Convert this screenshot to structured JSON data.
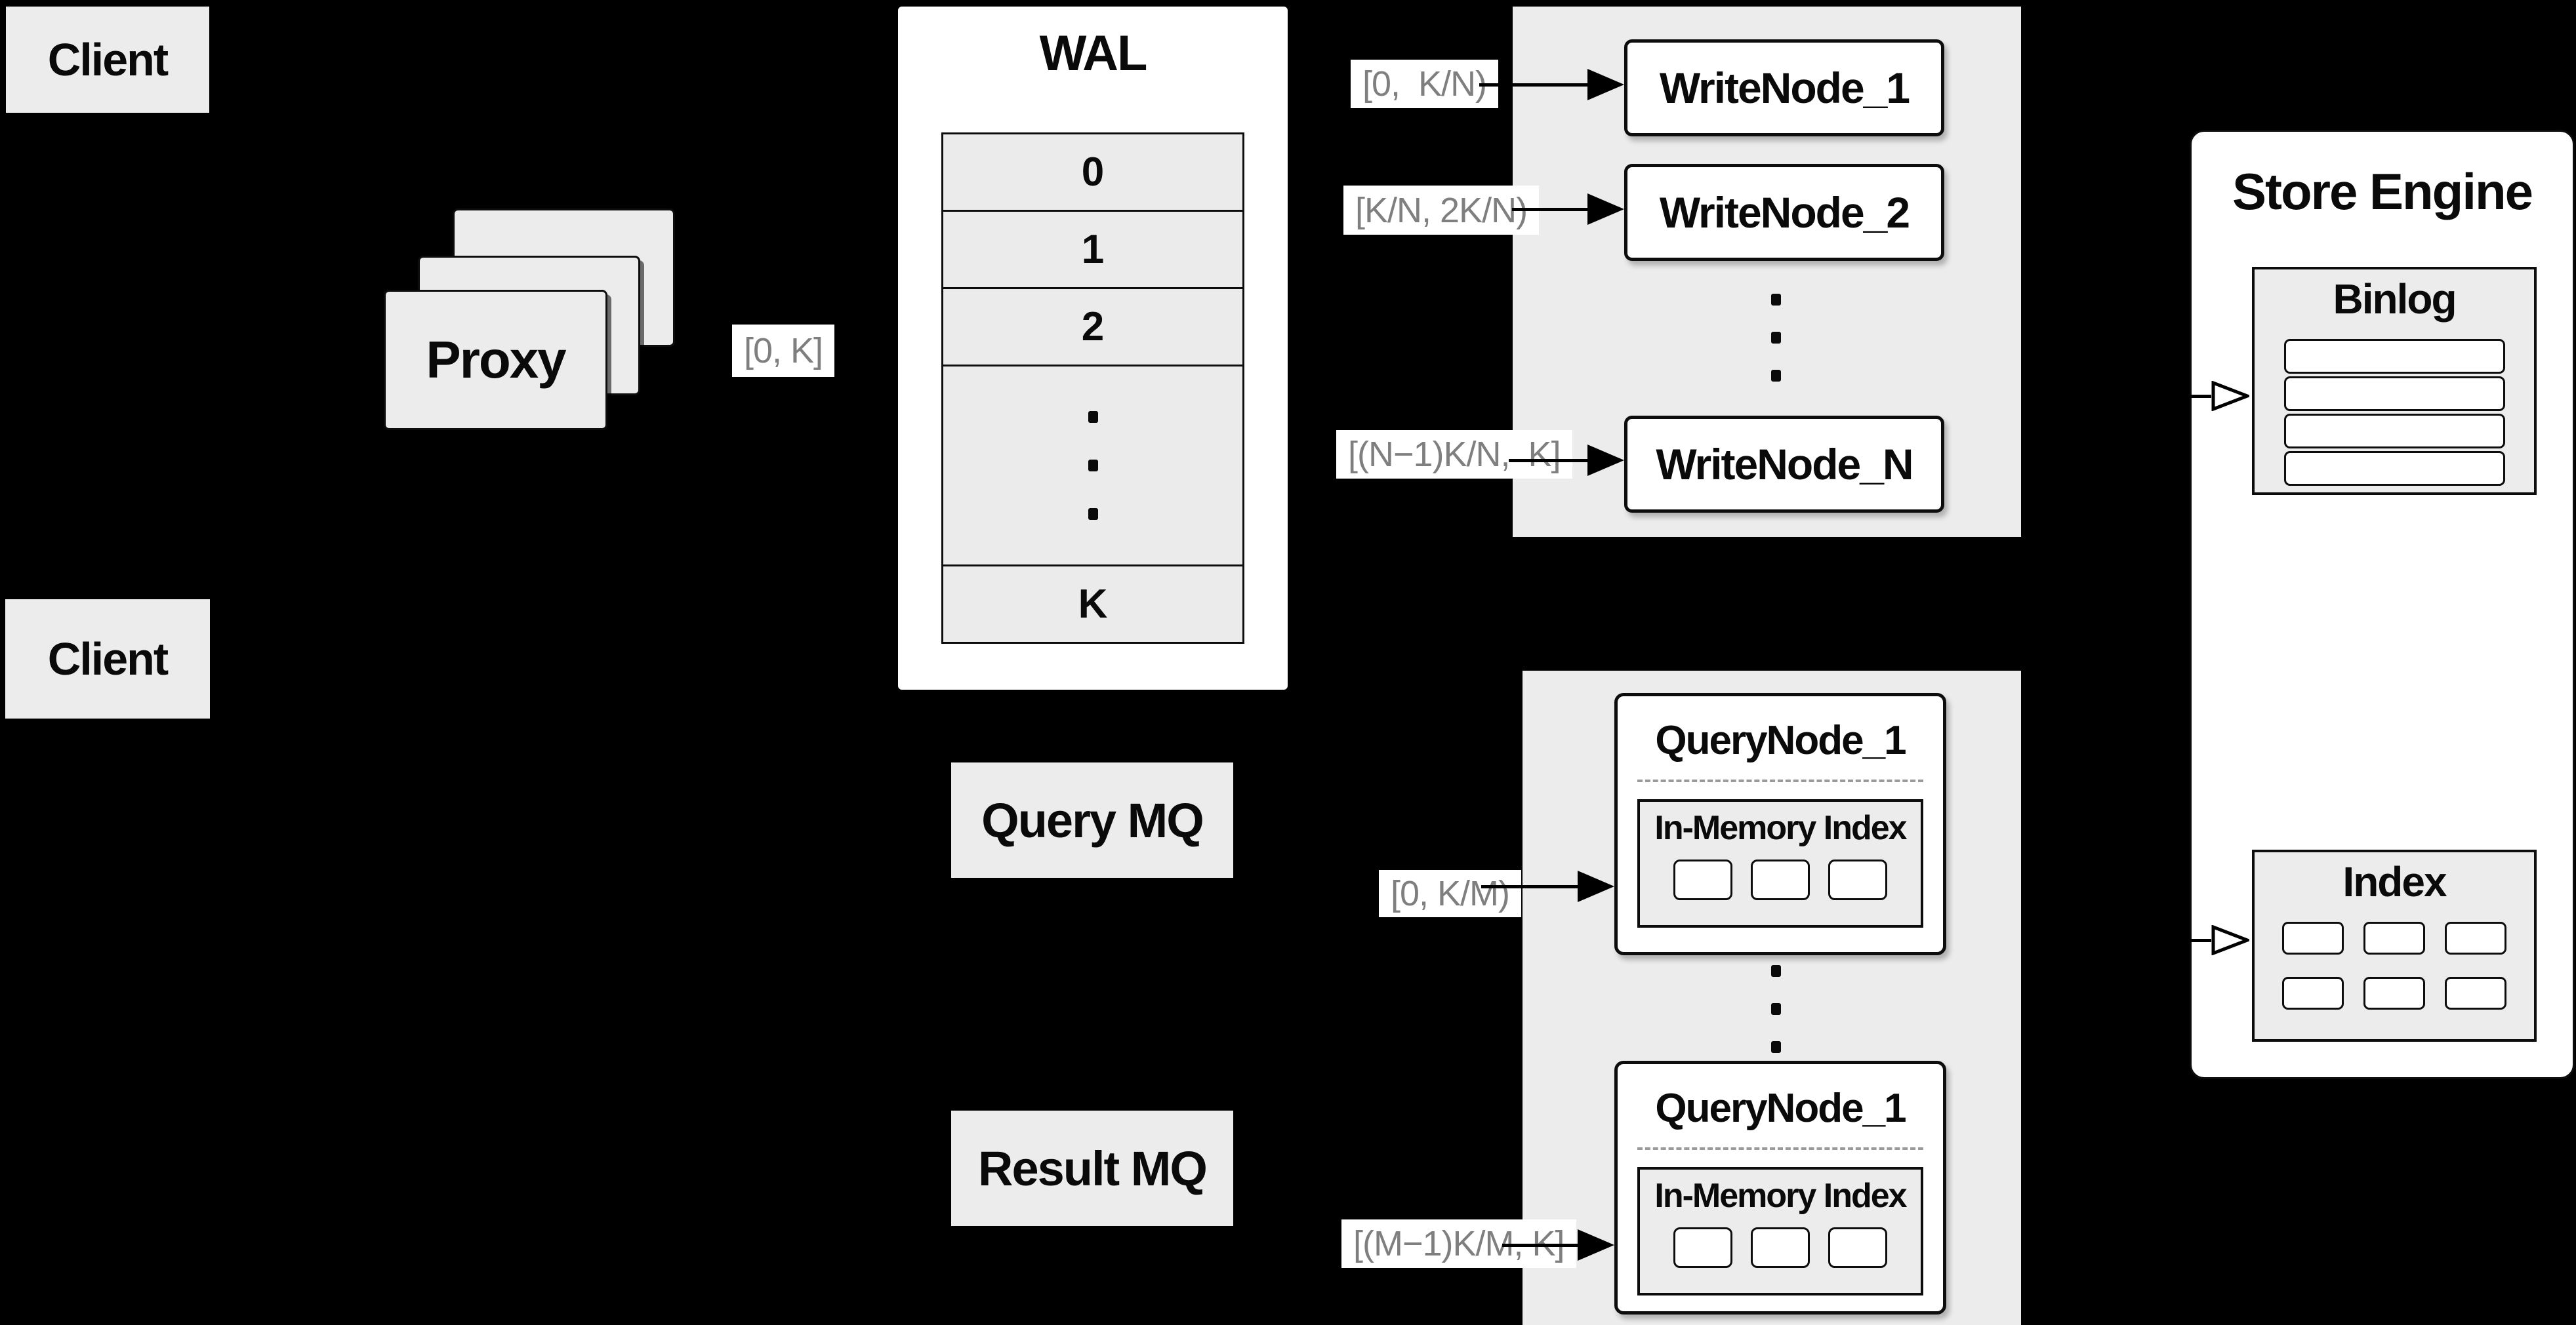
{
  "colors": {
    "background": "#000000",
    "panel": "#ececec",
    "card": "#ffffff",
    "border": "#0d0d0d",
    "text": "#0a0a0a",
    "muted_text": "#7f7f7f"
  },
  "clients": {
    "top": "Client",
    "bottom": "Client"
  },
  "proxy": {
    "label": "Proxy",
    "range": "[0, K]"
  },
  "wal": {
    "title": "WAL",
    "segments": [
      "0",
      "1",
      "2"
    ],
    "last_segment": "K"
  },
  "write_cluster": {
    "nodes": [
      "WriteNode_1",
      "WriteNode_2",
      "WriteNode_N"
    ],
    "ranges": [
      "[0,  K/N)",
      "[K/N, 2K/N)",
      "[(N−1)K/N,  K]"
    ]
  },
  "mq": {
    "query": "Query MQ",
    "result": "Result MQ"
  },
  "query_cluster": {
    "nodes": [
      {
        "title": "QueryNode_1",
        "inner_title": "In-Memory Index"
      },
      {
        "title": "QueryNode_1",
        "inner_title": "In-Memory Index"
      }
    ],
    "ranges": [
      "[0, K/M)",
      "[(M−1)K/M, K]"
    ]
  },
  "store_engine": {
    "title": "Store Engine",
    "binlog_title": "Binlog",
    "index_title": "Index"
  }
}
